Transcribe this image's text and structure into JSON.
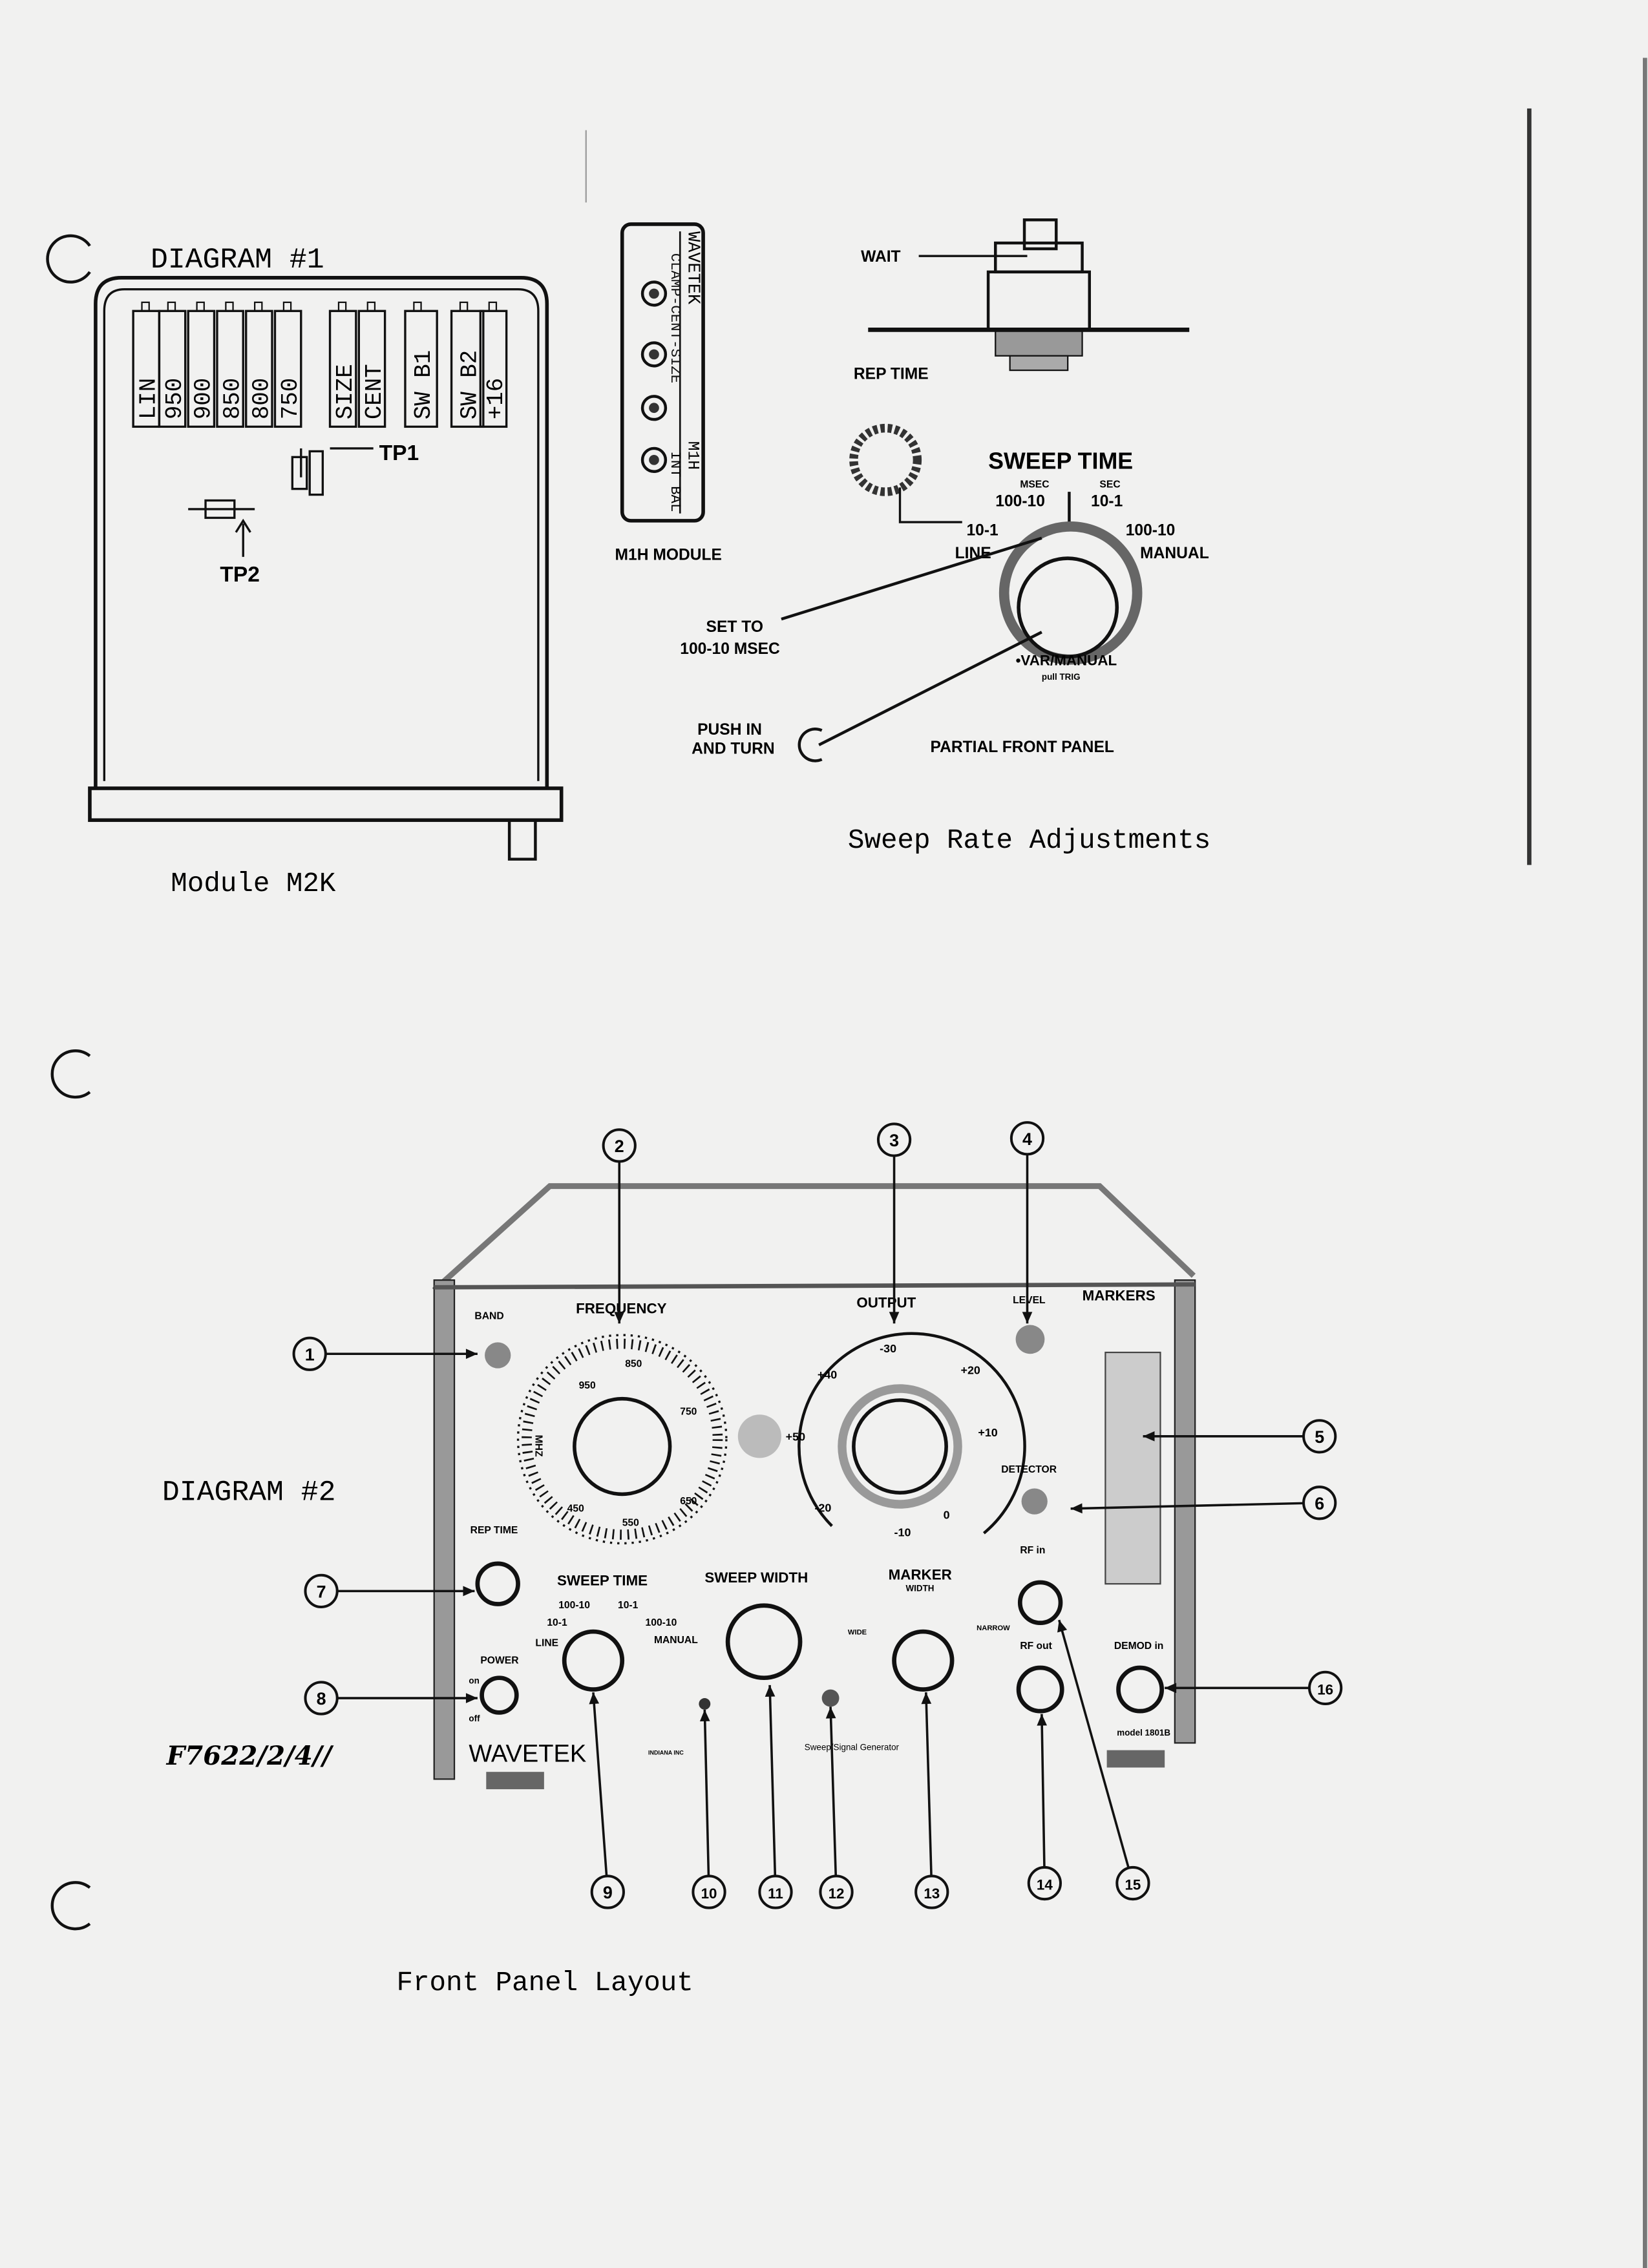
{
  "diagram1": {
    "title": "DIAGRAM #1",
    "slots": [
      "LIN",
      "950",
      "900",
      "850",
      "800",
      "750",
      "SIZE",
      "CENT",
      "SW B1",
      "SW B2",
      "+16"
    ],
    "tp1": "TP1",
    "tp2": "TP2",
    "caption": "Module M2K"
  },
  "m1h": {
    "labels": [
      "WAVETEK",
      "CLAMP-CENT-SIZE",
      "M1H",
      "INT BAL"
    ],
    "caption": "M1H MODULE"
  },
  "sweep_rate": {
    "wait": "WAIT",
    "rep_time": "REP TIME",
    "sweep_time": "SWEEP TIME",
    "msec": "MSEC",
    "sec": "SEC",
    "msec_range": "100-10",
    "sec_range": "10-1",
    "line_range": "10-1",
    "manual_range": "100-10",
    "line": "LINE",
    "manual": "MANUAL",
    "set_to_1": "SET TO",
    "set_to_2": "100-10 MSEC",
    "var_manual": "•VAR/MANUAL",
    "pull_trig": "pull TRIG",
    "push_1": "PUSH IN",
    "push_2": "AND TURN",
    "partial": "PARTIAL FRONT PANEL",
    "caption": "Sweep Rate Adjustments"
  },
  "diagram2": {
    "title": "DIAGRAM #2",
    "panel": {
      "band": "BAND",
      "frequency": "FREQUENCY",
      "mhz": "MHZ",
      "output": "OUTPUT",
      "level": "LEVEL",
      "markers": "MARKERS",
      "detector": "DETECTOR",
      "rep_time": "REP TIME",
      "sweep_time": "SWEEP TIME",
      "sweep_width": "SWEEP WIDTH",
      "marker": "MARKER",
      "width": "WIDTH",
      "wide": "WIDE",
      "narrow": "NARROW",
      "rf_in": "RF in",
      "rf_out": "RF out",
      "demod_in": "DEMOD in",
      "power": "POWER",
      "on": "on",
      "off": "off",
      "brand": "WAVETEK",
      "indiana": "INDIANA INC",
      "product": "Sweep/Signal Generator",
      "model": "model 1801B",
      "st_msec": "100-10",
      "st_sec": "10-1",
      "st_line_r": "10-1",
      "st_man_r": "100-10",
      "st_line": "LINE",
      "st_manual": "MANUAL",
      "freq_marks": [
        "950",
        "850",
        "750",
        "650",
        "550",
        "450"
      ],
      "out_marks": [
        "-30",
        "+20",
        "+10",
        "0",
        "-10",
        "-20",
        "+40",
        "+50"
      ]
    },
    "callouts": [
      "1",
      "2",
      "3",
      "4",
      "5",
      "6",
      "7",
      "8",
      "9",
      "10",
      "11",
      "12",
      "13",
      "14",
      "15",
      "16"
    ],
    "scribble": "F7622/2/4//",
    "caption": "Front Panel Layout"
  }
}
